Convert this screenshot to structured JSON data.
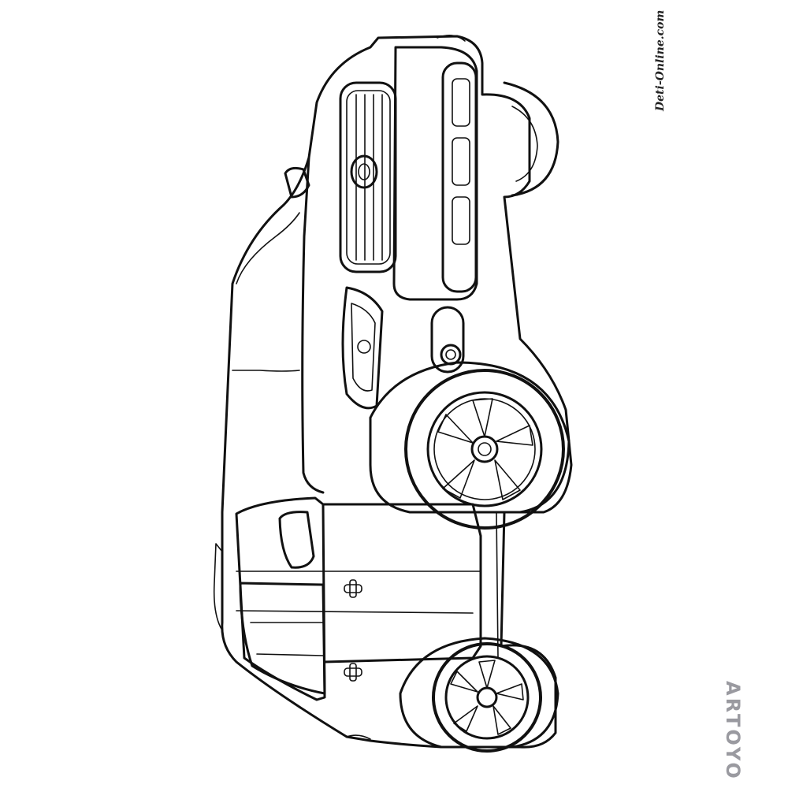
{
  "artwork": {
    "subject": "suv-coloring-page-line-art",
    "stroke_color": "#111111",
    "background_color": "#ffffff"
  },
  "watermarks": {
    "site": "Deti-Online.com",
    "brand": "ARTOYO",
    "brand_color": "#9a9aa0"
  }
}
